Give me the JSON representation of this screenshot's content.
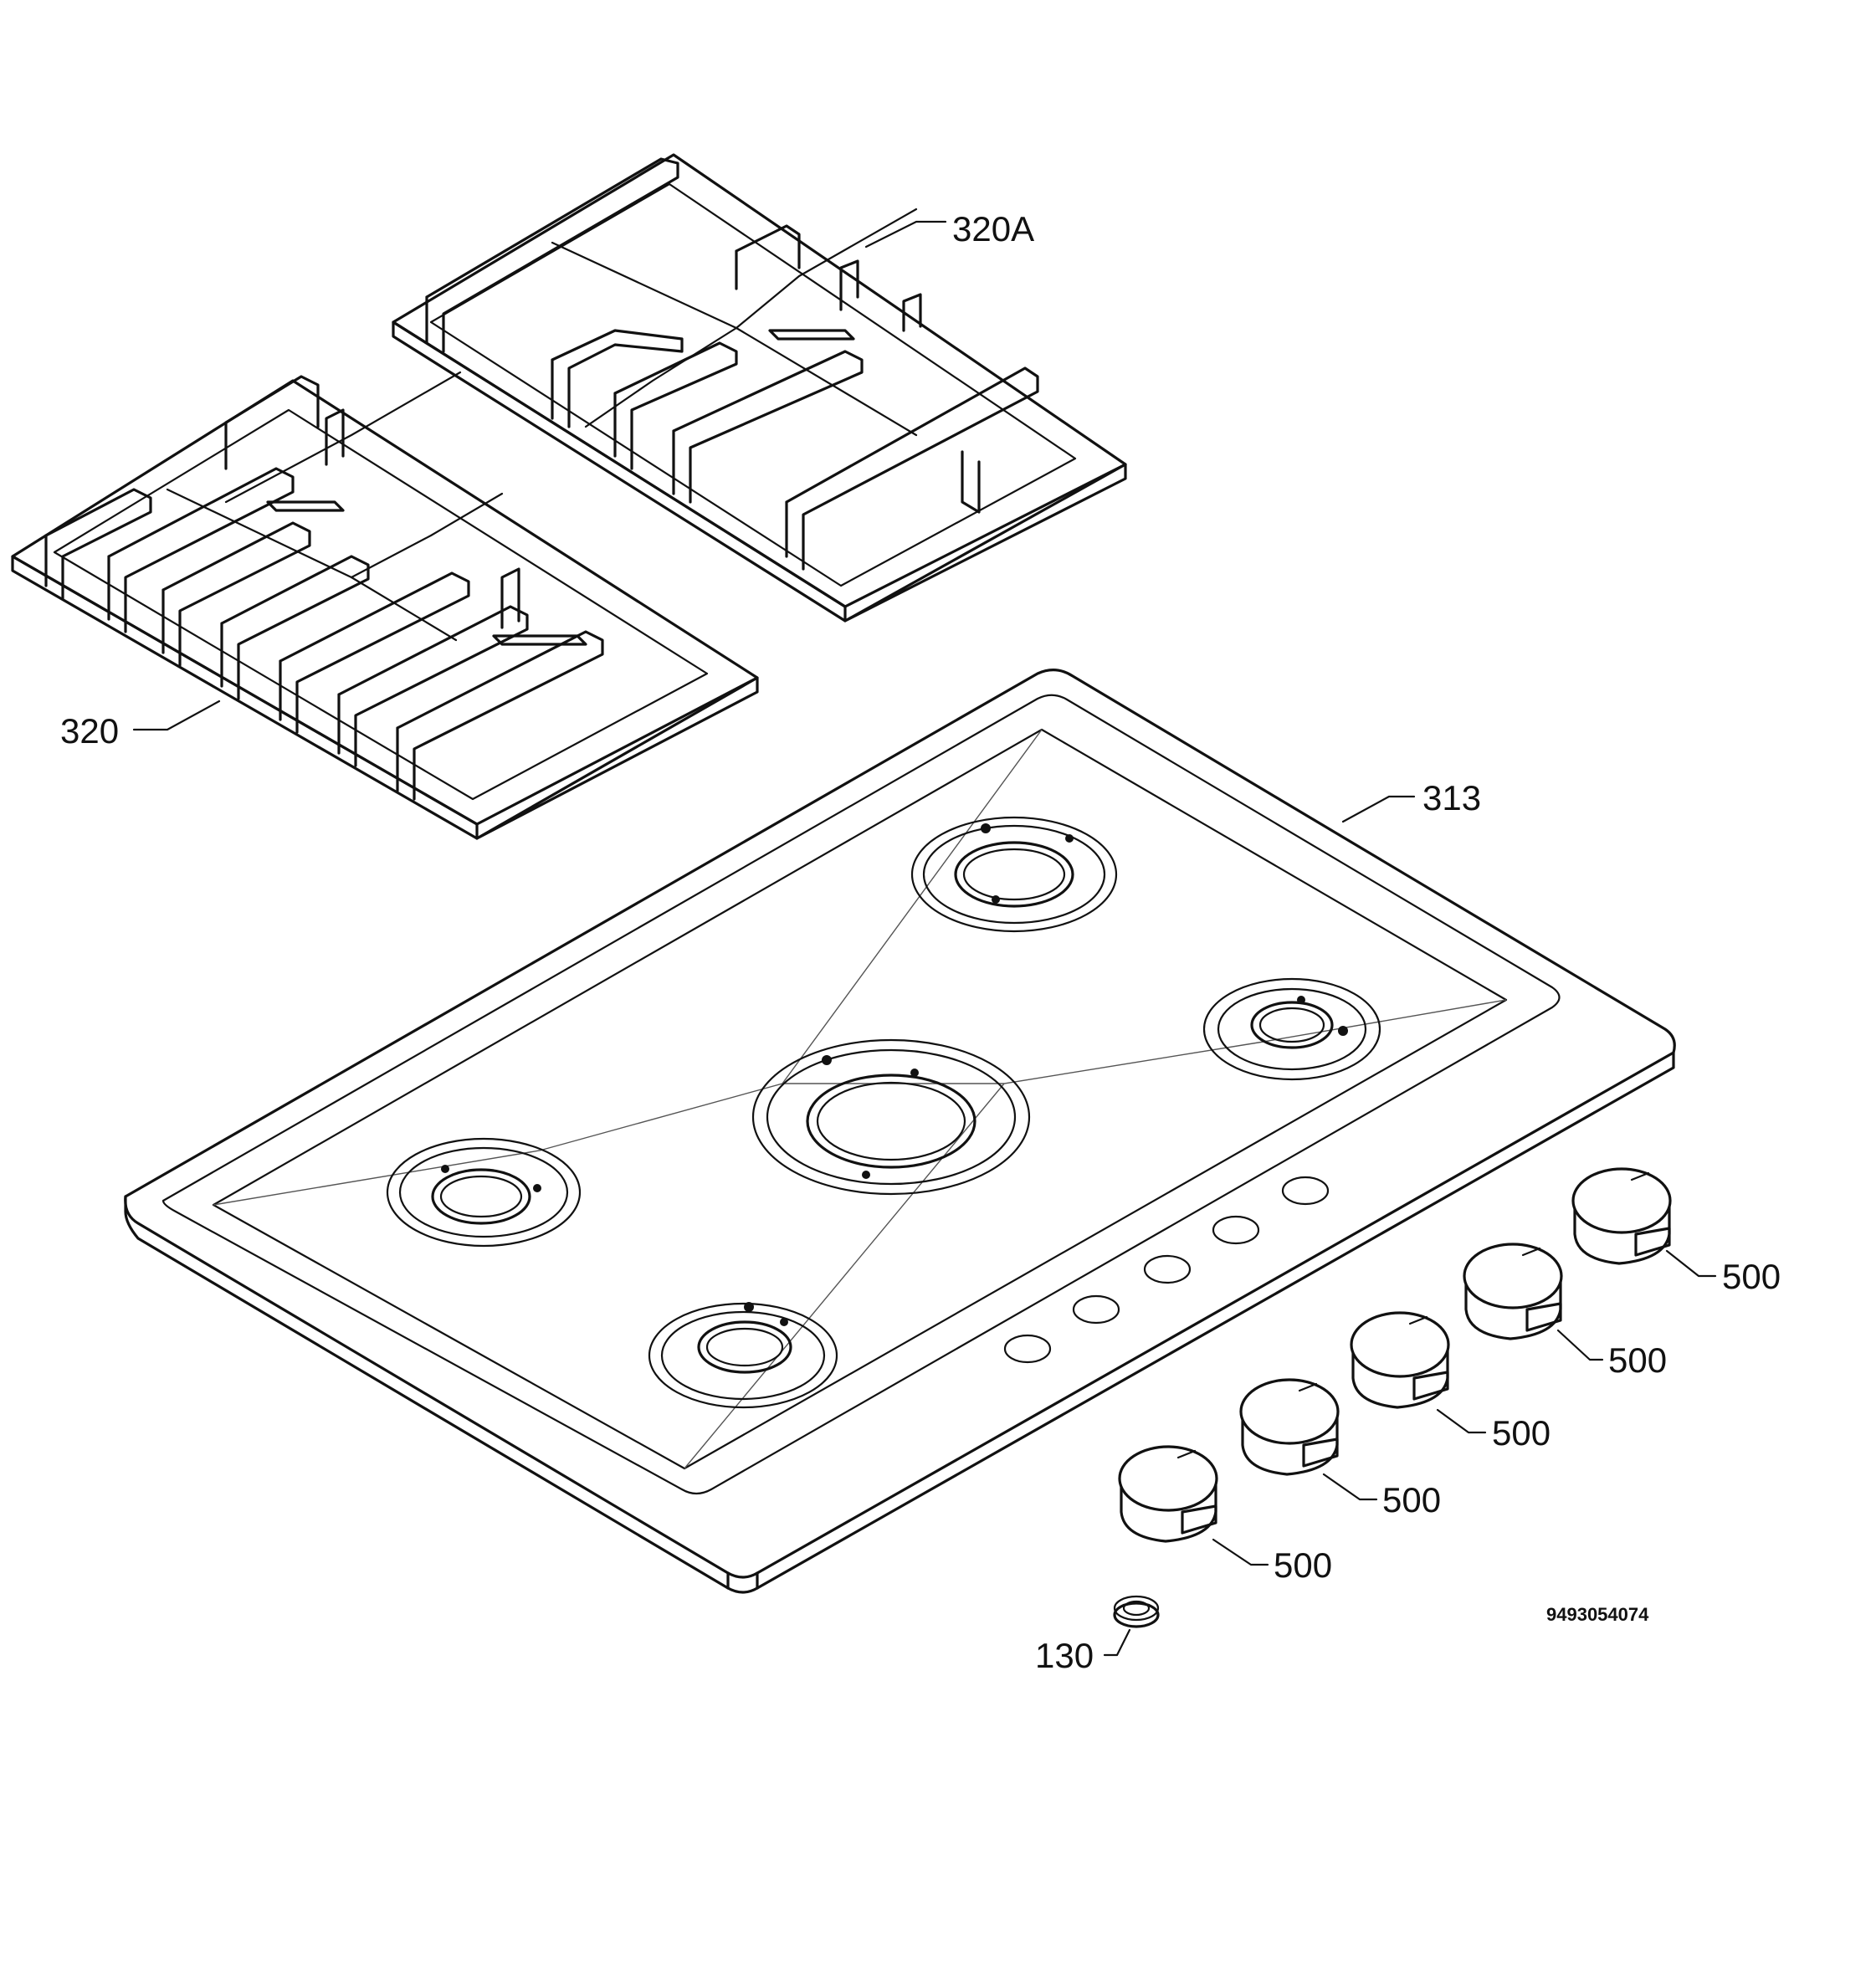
{
  "labels": {
    "grate_right": "320A",
    "grate_left": "320",
    "hob_top": "313",
    "knob_1": "500",
    "knob_2": "500",
    "knob_3": "500",
    "knob_4": "500",
    "knob_5": "500",
    "seal": "130"
  },
  "drawing_code": "9493054074"
}
